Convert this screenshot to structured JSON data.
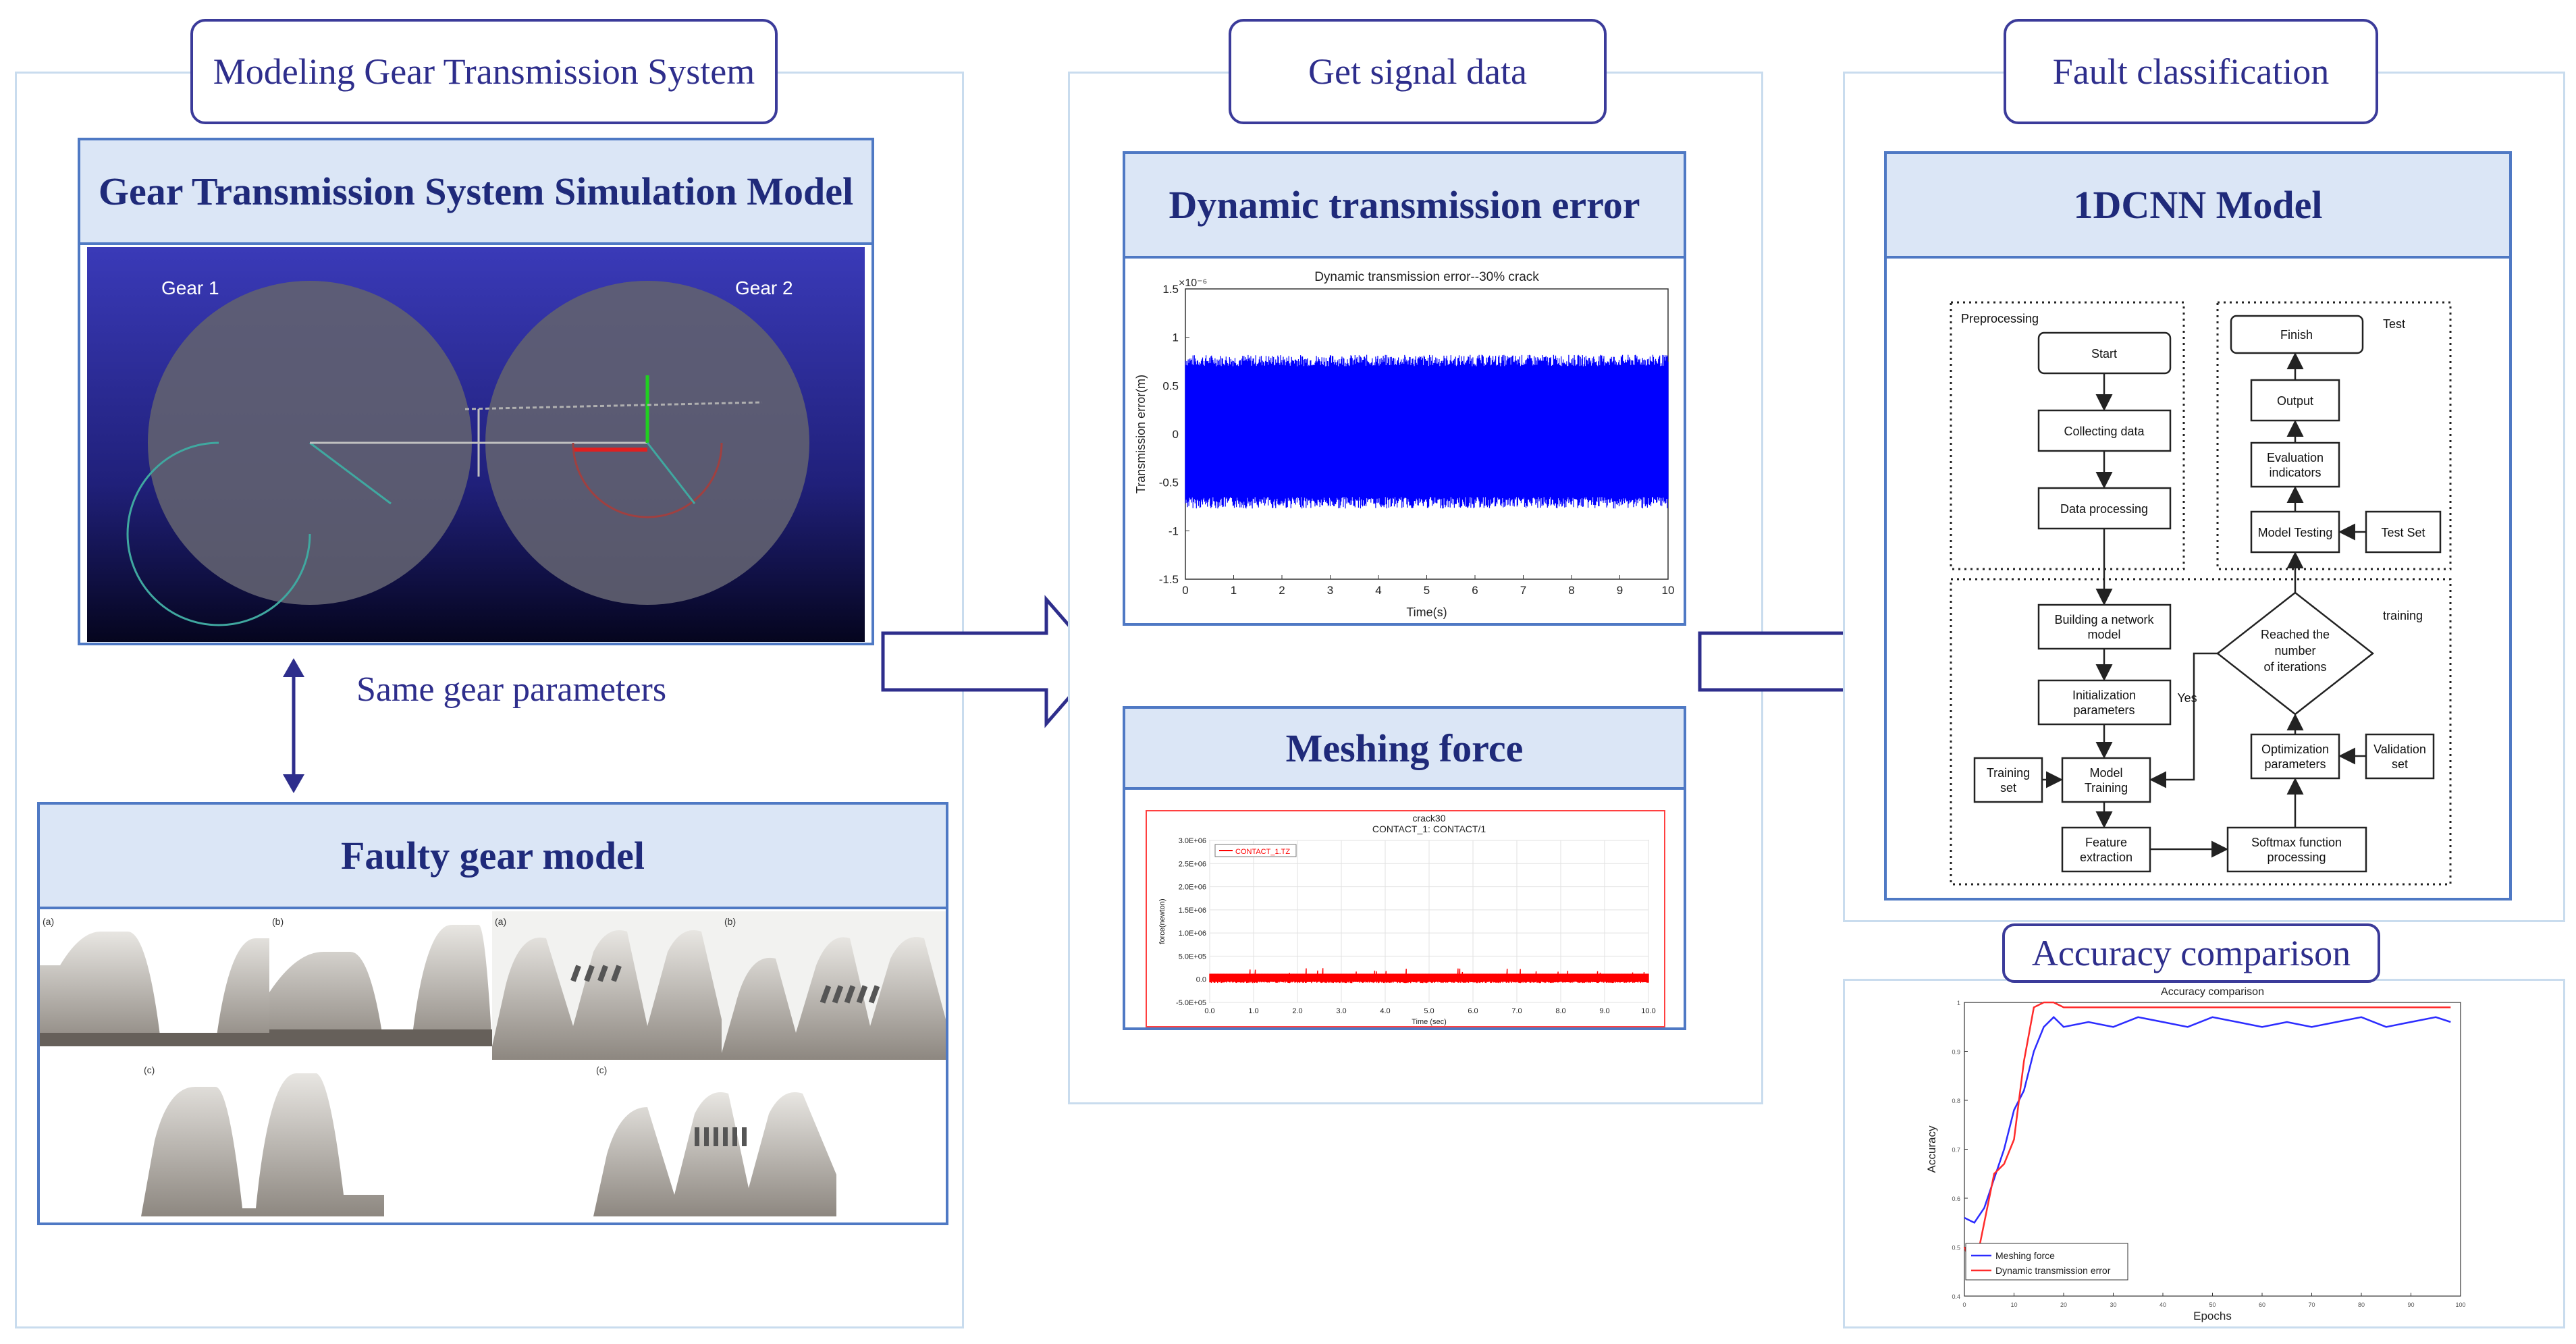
{
  "colors": {
    "accent": "#2e2e8c",
    "card_border": "#4f79c4",
    "card_header_bg": "#dbe6f6",
    "panel_border": "#c9dcee",
    "signal_blue": "#0000ff",
    "signal_red": "#ff0000"
  },
  "left": {
    "title": "Modeling Gear Transmission System",
    "sim_card_title": "Gear Transmission System Simulation Model",
    "gear1_label": "Gear 1",
    "gear2_label": "Gear 2",
    "same_params": "Same gear parameters",
    "faulty_card_title": "Faulty gear model",
    "panel_labels": [
      "(a)",
      "(b)",
      "(a)",
      "(b)",
      "(c)",
      "(c)"
    ]
  },
  "middle": {
    "title": "Get signal data",
    "dte_card_title": "Dynamic transmission error",
    "meshing_card_title": "Meshing force"
  },
  "right": {
    "title": "Fault classification",
    "cnn_card_title": "1DCNN Model",
    "accuracy_title": "Accuracy comparison",
    "flow": {
      "preprocessing": "Preprocessing",
      "test": "Test",
      "training": "training",
      "start": "Start",
      "collecting": "Collecting data",
      "processing": "Data processing",
      "finish": "Finish",
      "output": "Output",
      "evaluation_1": "Evaluation",
      "evaluation_2": "indicators",
      "model_testing": "Model Testing",
      "test_set": "Test Set",
      "building_1": "Building a network",
      "building_2": "model",
      "init_1": "Initialization",
      "init_2": "parameters",
      "model_training_1": "Model",
      "model_training_2": "Training",
      "training_set_1": "Training",
      "training_set_2": "set",
      "feature_1": "Feature",
      "feature_2": "extraction",
      "softmax_1": "Softmax function",
      "softmax_2": "processing",
      "optim_1": "Optimization",
      "optim_2": "parameters",
      "validation_1": "Validation",
      "validation_2": "set",
      "reached_1": "Reached the",
      "reached_2": "number",
      "reached_3": "of iterations",
      "yes": "Yes"
    }
  },
  "chart_data": [
    {
      "type": "line",
      "title": "Dynamic transmission error--30% crack",
      "xlabel": "Time(s)",
      "ylabel": "Transmission error(m)",
      "y_scale_label": "×10⁻⁶",
      "xlim": [
        0,
        10
      ],
      "ylim": [
        -1.5,
        1.5
      ],
      "xticks": [
        "0",
        "1",
        "2",
        "3",
        "4",
        "5",
        "6",
        "7",
        "8",
        "9",
        "10"
      ],
      "yticks": [
        "1.5",
        "1",
        "0.5",
        "0",
        "-0.5",
        "-1",
        "-1.5"
      ],
      "series": [
        {
          "color": "#0000ff",
          "band": [
            -0.65,
            0.7
          ]
        }
      ]
    },
    {
      "type": "line",
      "title": "crack30",
      "subtitle": "CONTACT_1: CONTACT/1",
      "xlabel": "Time (sec)",
      "ylabel": "force(newton)",
      "xlim": [
        0,
        10
      ],
      "ylim": [
        -500000.0,
        3000000.0
      ],
      "xticks": [
        "0.0",
        "1.0",
        "2.0",
        "3.0",
        "4.0",
        "5.0",
        "6.0",
        "7.0",
        "8.0",
        "9.0",
        "10.0"
      ],
      "yticks": [
        "3.0E+06",
        "2.5E+06",
        "2.0E+06",
        "1.5E+06",
        "1.0E+06",
        "5.0E+05",
        "0.0",
        "-5.0E+05"
      ],
      "series": [
        {
          "name": "CONTACT_1.TZ",
          "color": "#ff0000",
          "band": [
            -50000.0,
            120000.0
          ]
        }
      ]
    },
    {
      "type": "line",
      "title": "Accuracy comparison",
      "xlabel": "Epochs",
      "ylabel": "Accuracy",
      "xlim": [
        0,
        100
      ],
      "ylim": [
        0.4,
        1.0
      ],
      "xticks": [
        "0",
        "10",
        "20",
        "30",
        "40",
        "50",
        "60",
        "70",
        "80",
        "90",
        "100"
      ],
      "yticks": [
        "1",
        "0.9",
        "0.8",
        "0.7",
        "0.6",
        "0.5",
        "0.4"
      ],
      "x": [
        0,
        2,
        4,
        6,
        8,
        10,
        12,
        14,
        16,
        18,
        20,
        25,
        30,
        35,
        40,
        45,
        50,
        55,
        60,
        65,
        70,
        75,
        80,
        85,
        90,
        95,
        98
      ],
      "series": [
        {
          "name": "Meshing force",
          "color": "#2b2bff",
          "values": [
            0.56,
            0.55,
            0.58,
            0.64,
            0.7,
            0.78,
            0.82,
            0.9,
            0.95,
            0.97,
            0.95,
            0.96,
            0.95,
            0.97,
            0.96,
            0.95,
            0.97,
            0.96,
            0.95,
            0.96,
            0.95,
            0.96,
            0.97,
            0.95,
            0.96,
            0.97,
            0.96
          ]
        },
        {
          "name": "Dynamic transmission error",
          "color": "#ff2b2b",
          "values": [
            0.5,
            0.45,
            0.55,
            0.65,
            0.67,
            0.72,
            0.88,
            0.99,
            1.0,
            1.0,
            0.99,
            0.99,
            0.99,
            0.99,
            0.99,
            0.99,
            0.99,
            0.99,
            0.99,
            0.99,
            0.99,
            0.99,
            0.99,
            0.99,
            0.99,
            0.99,
            0.99
          ]
        }
      ]
    }
  ]
}
